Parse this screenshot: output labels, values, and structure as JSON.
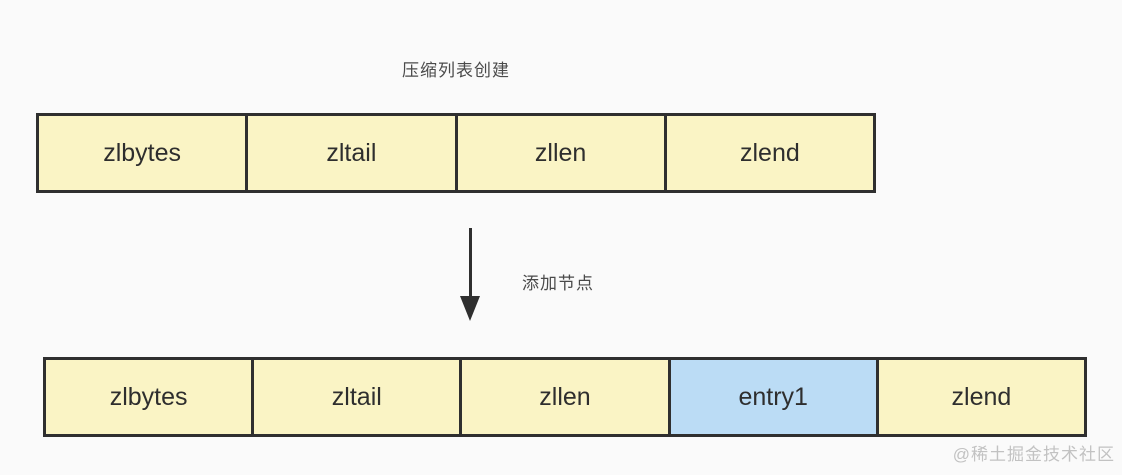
{
  "page": {
    "title": "压缩列表创建",
    "watermark": "@稀土掘金技术社区"
  },
  "colors": {
    "background": "#FAFAFA",
    "cell_yellow": "#FAF4C5",
    "cell_blue": "#BBDCF5",
    "border": "#2F2F2F",
    "text": "#2E2E2E",
    "label_text": "#4A4A4A",
    "watermark": "#C2C2C2"
  },
  "diagram": {
    "arrow_label": "添加节点",
    "row_initial": {
      "cells": [
        {
          "label": "zlbytes",
          "fill": "yellow"
        },
        {
          "label": "zltail",
          "fill": "yellow"
        },
        {
          "label": "zllen",
          "fill": "yellow"
        },
        {
          "label": "zlend",
          "fill": "yellow"
        }
      ]
    },
    "row_after_add": {
      "cells": [
        {
          "label": "zlbytes",
          "fill": "yellow"
        },
        {
          "label": "zltail",
          "fill": "yellow"
        },
        {
          "label": "zllen",
          "fill": "yellow"
        },
        {
          "label": "entry1",
          "fill": "blue"
        },
        {
          "label": "zlend",
          "fill": "yellow"
        }
      ]
    }
  }
}
